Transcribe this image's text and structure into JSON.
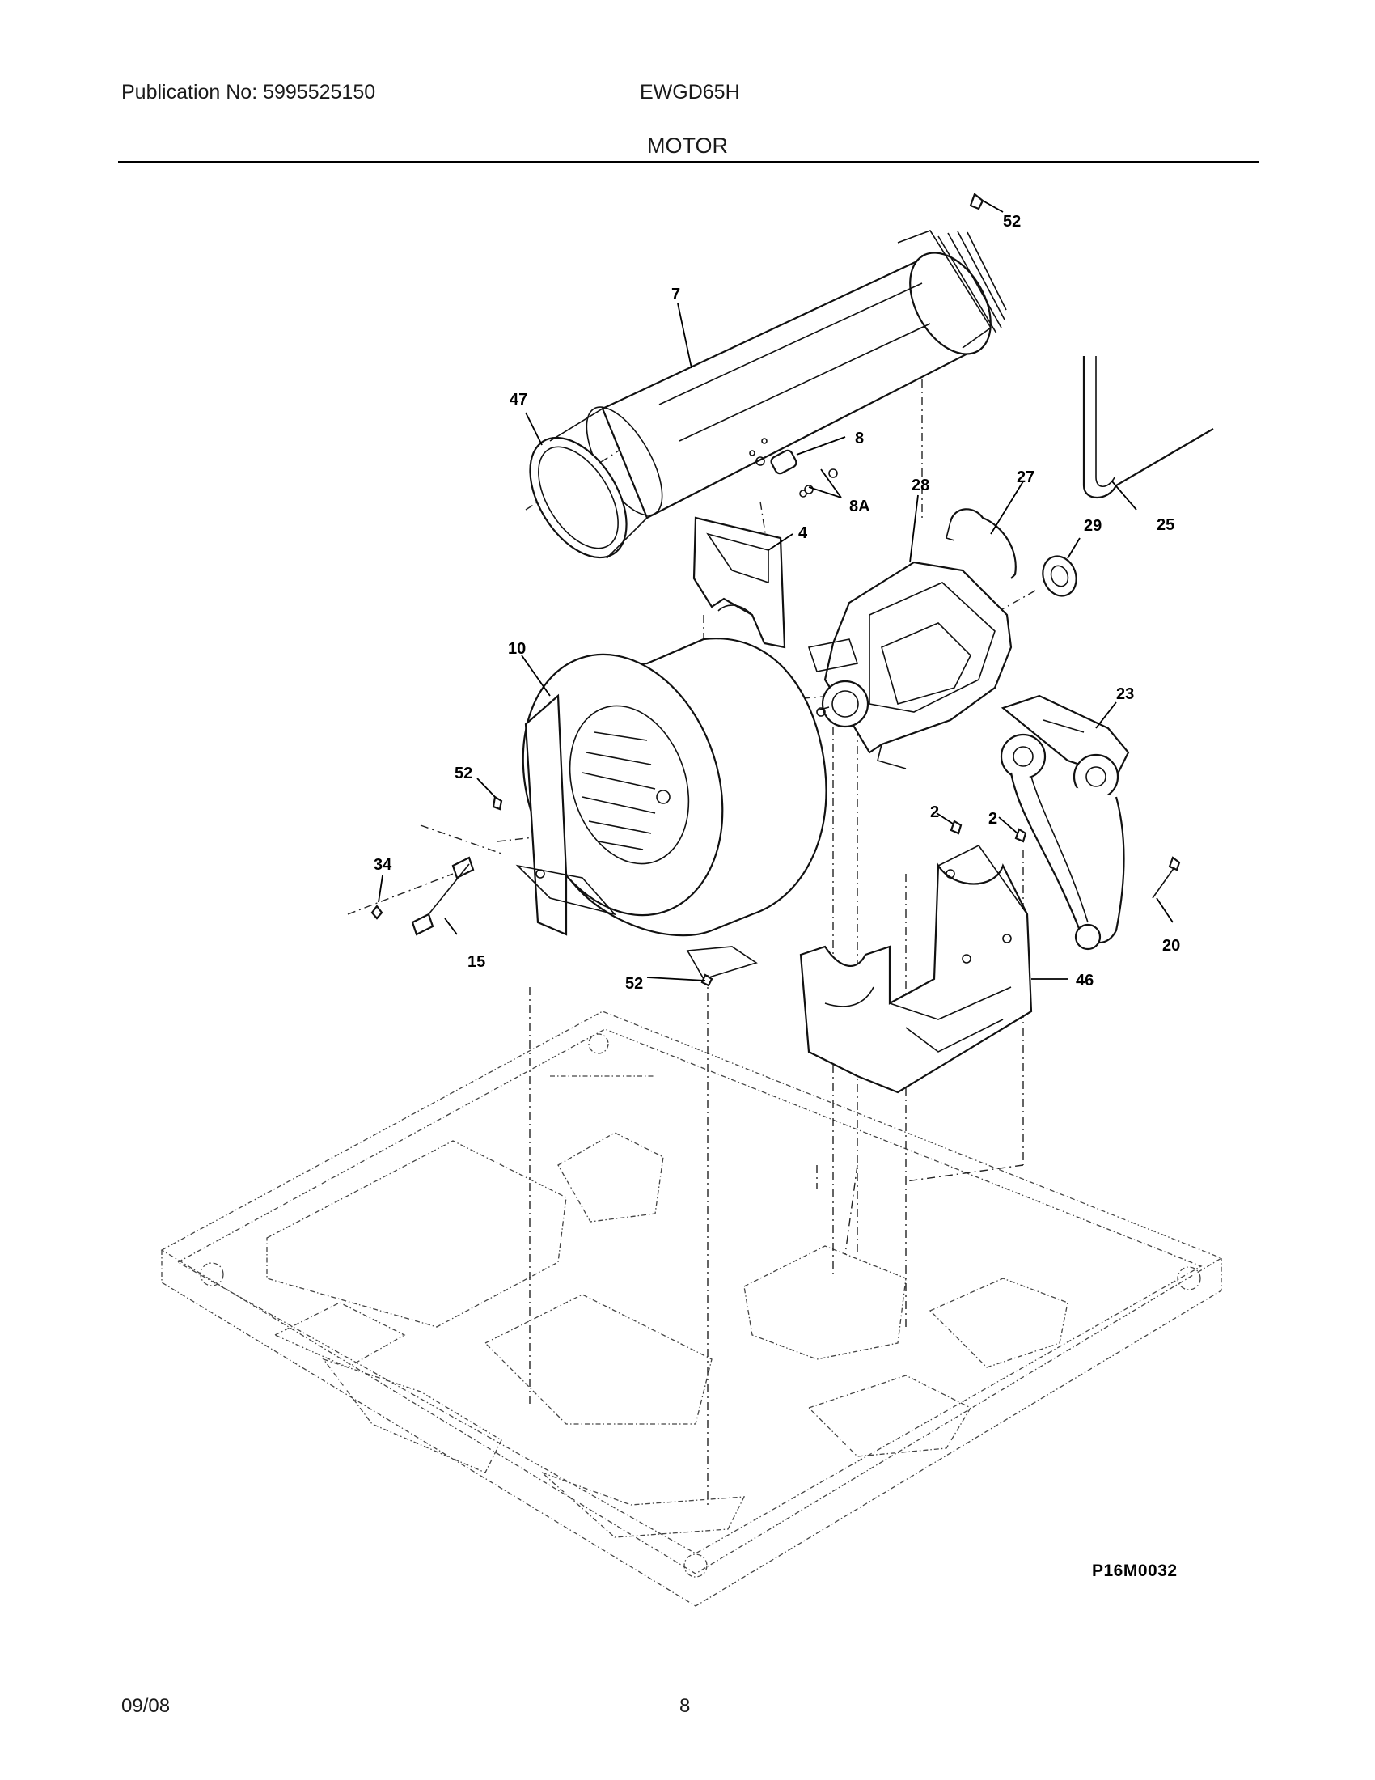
{
  "header": {
    "publication": "Publication No: 5995525150",
    "model": "EWGD65H",
    "section_title": "MOTOR"
  },
  "parts": {
    "p52_top": "52",
    "p7": "7",
    "p47": "47",
    "p8": "8",
    "p8a": "8A",
    "p4": "4",
    "p28": "28",
    "p27": "27",
    "p29": "29",
    "p25": "25",
    "p10": "10",
    "p23": "23",
    "p52_left": "52",
    "p34": "34",
    "p15": "15",
    "p52_bottom": "52",
    "p2_left": "2",
    "p2_right": "2",
    "p20": "20",
    "p46": "46"
  },
  "figure_code": "P16M0032",
  "footer": {
    "date": "09/08",
    "page": "8"
  }
}
